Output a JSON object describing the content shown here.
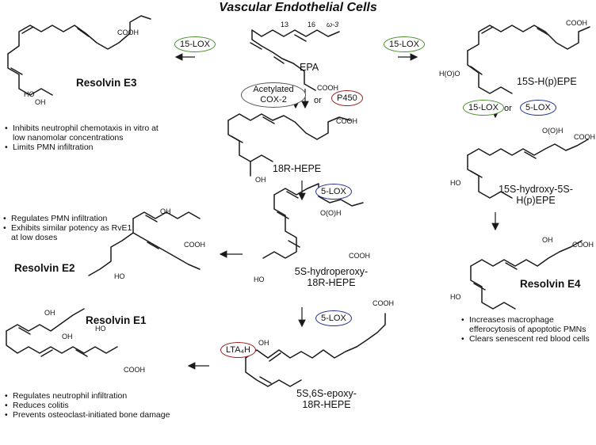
{
  "title": "Vascular Endothelial Cells",
  "epa": {
    "label": "EPA",
    "n13": "13",
    "n16": "16",
    "omega3": "ω-3",
    "cooh": "COOH"
  },
  "enzymes": {
    "lox15_left": "15-LOX",
    "lox15_right": "15-LOX",
    "acetylated_cox2": "Acetylated COX-2",
    "or1": "or",
    "p450": "P450",
    "lox15_e4": "15-LOX",
    "or2": "or",
    "lox5_e4": "5-LOX",
    "lox5_hpete": "5-LOX",
    "lox5_epoxy": "5-LOX",
    "lta4h": "LTA₄H"
  },
  "compounds": {
    "hepe18r": "18R-HEPE",
    "hydroperoxy": [
      "5S-hydroperoxy-",
      "18R-HEPE"
    ],
    "epoxy": [
      "5S,6S-epoxy-",
      "18R-HEPE"
    ],
    "hpepe15s": "15S-H(p)EPE",
    "hydroxy15s": [
      "15S-hydroxy-5S-",
      "H(p)EPE"
    ]
  },
  "resolvins": {
    "e3": "Resolvin E3",
    "e2": "Resolvin E2",
    "e1": "Resolvin E1",
    "e4": "Resolvin E4"
  },
  "atoms": {
    "cooh": "COOH",
    "ho": "HO",
    "oh": "OH",
    "hooo": "H(O)O",
    "oooh": "O(O)H"
  },
  "bullets": {
    "e3": [
      "Inhibits neutrophil chemotaxis in vitro at low nanomolar concentrations",
      "Limits PMN infiltration"
    ],
    "e2": [
      "Regulates PMN infiltration",
      "Exhibits similar potency as RvE1 at low doses"
    ],
    "e1": [
      "Regulates neutrophil infiltration",
      "Reduces colitis",
      "Prevents osteoclast-initiated bone damage"
    ],
    "e4": [
      "Increases macrophage efferocytosis of apoptotic PMNs",
      "Clears senescent red blood cells"
    ]
  }
}
